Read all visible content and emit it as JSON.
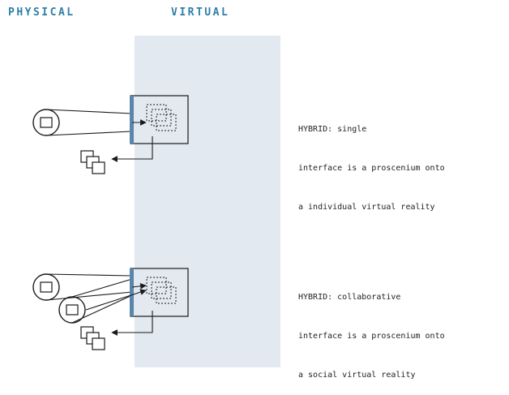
{
  "header": {
    "physical_label": "PHYSICAL",
    "virtual_label": "VIRTUAL"
  },
  "scenarios": [
    {
      "caption": [
        "HYBRID: single",
        "interface is a proscenium onto",
        "a individual virtual reality"
      ]
    },
    {
      "caption": [
        "HYBRID: collaborative",
        "interface is a proscenium onto",
        "a social virtual reality"
      ]
    }
  ],
  "colors": {
    "heading": "#2f7fa6",
    "virtual_band": "#e3e9f1",
    "screen_edge": "#5a85ad",
    "line": "#1a1a1a"
  }
}
